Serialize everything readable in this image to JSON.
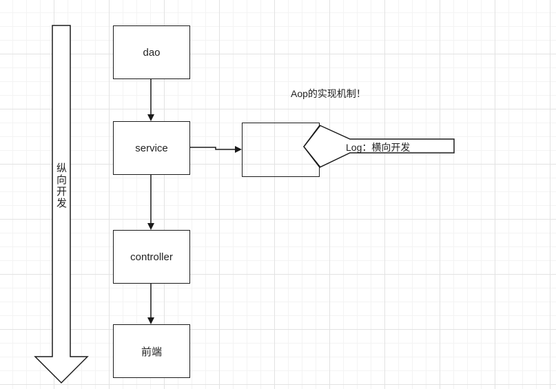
{
  "nodes": {
    "dao": "dao",
    "service": "service",
    "controller": "controller",
    "frontend": "前端",
    "aspect": ""
  },
  "labels": {
    "vertical_dev": "纵向开发",
    "horizontal_dev": "Log：横向开发",
    "aop_title": "Aop的实现机制！"
  }
}
